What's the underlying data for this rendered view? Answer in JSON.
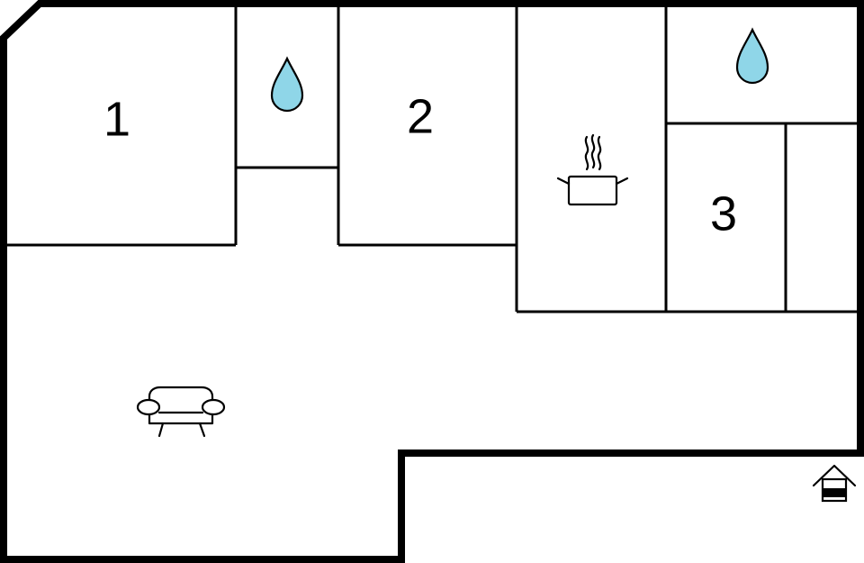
{
  "floorplan": {
    "rooms": [
      {
        "id": "bedroom-1",
        "label": "1"
      },
      {
        "id": "bedroom-2",
        "label": "2"
      },
      {
        "id": "bedroom-3",
        "label": "3"
      }
    ],
    "icons": {
      "bathroom_1": "water-drop-icon",
      "bathroom_2": "water-drop-icon",
      "kitchen": "cooking-pot-icon",
      "living_room": "sofa-icon",
      "entrance": "house-entrance-icon"
    },
    "colors": {
      "wall": "#000000",
      "background": "#ffffff",
      "water": "#8fd6e8"
    }
  }
}
